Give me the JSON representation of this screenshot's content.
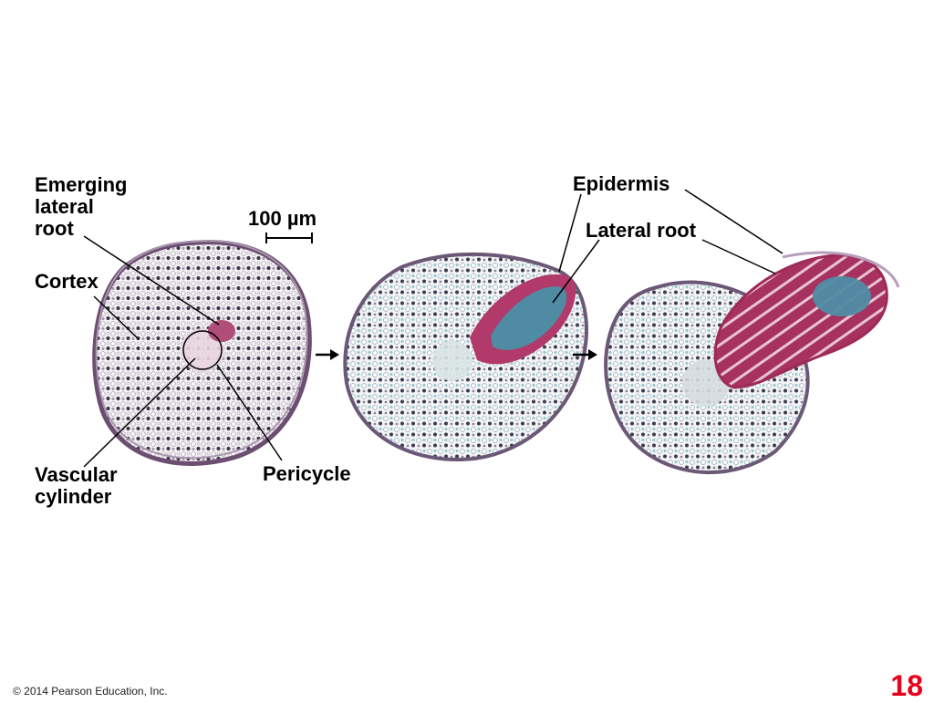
{
  "labels": {
    "emerging_lateral_root": [
      "Emerging",
      "lateral",
      "root"
    ],
    "cortex": "Cortex",
    "vascular_cylinder": [
      "Vascular",
      "cylinder"
    ],
    "pericycle": "Pericycle",
    "epidermis": "Epidermis",
    "lateral_root": "Lateral root"
  },
  "scale_bar": {
    "value": "100",
    "unit": "µm"
  },
  "footer": {
    "copyright": "© 2014 Pearson Education, Inc.",
    "slide_number": "18"
  },
  "colors": {
    "tissue_outline": "#6b4e70",
    "cortex_fill": "#f3f1f4",
    "lateral_root_magenta": "#b23a6a",
    "lateral_root_core": "#4f8ca4",
    "slide_number": "#e8001c"
  }
}
